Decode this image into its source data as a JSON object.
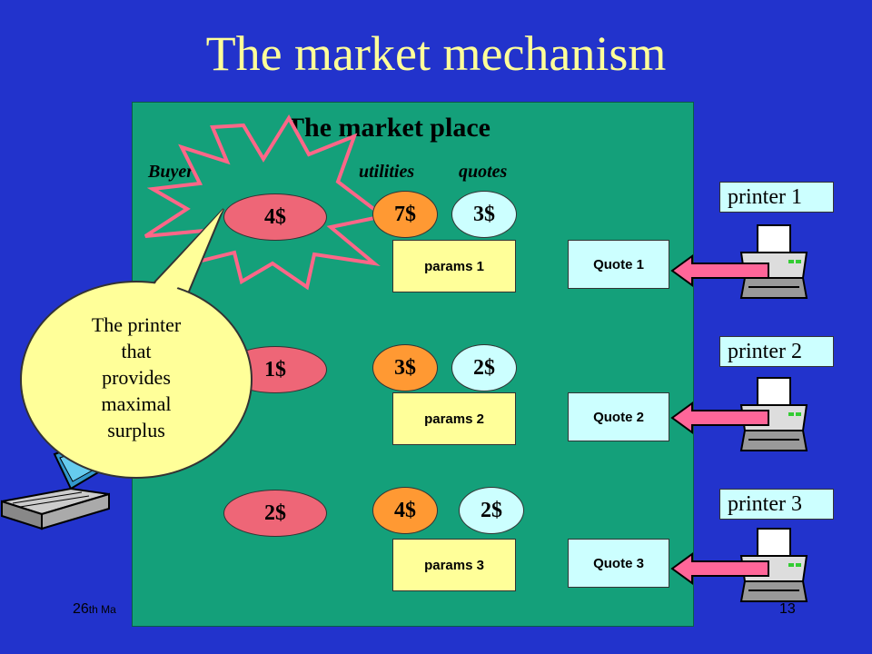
{
  "title": "The market mechanism",
  "market": {
    "title": "The market place",
    "headers": {
      "surplus": "Buyer's surplus",
      "utilities": "utilities",
      "quotes": "quotes"
    },
    "rows": [
      {
        "surplus": "4$",
        "utility": "7$",
        "quote": "3$",
        "params": "params 1",
        "quote_box": "Quote 1"
      },
      {
        "surplus": "1$",
        "utility": "3$",
        "quote": "2$",
        "params": "params 2",
        "quote_box": "Quote 2"
      },
      {
        "surplus": "2$",
        "utility": "4$",
        "quote": "2$",
        "params": "params 3",
        "quote_box": "Quote 3"
      }
    ]
  },
  "printers": [
    "printer 1",
    "printer 2",
    "printer 3"
  ],
  "callout": {
    "lines": [
      "The printer",
      "that",
      "provides",
      "maximal",
      "surplus"
    ]
  },
  "footer": {
    "date_prefix": "26",
    "date_sup": "th Ma",
    "page": "13"
  },
  "colors": {
    "background": "#2233cc",
    "market": "#14a07a",
    "title": "#ffff99"
  }
}
